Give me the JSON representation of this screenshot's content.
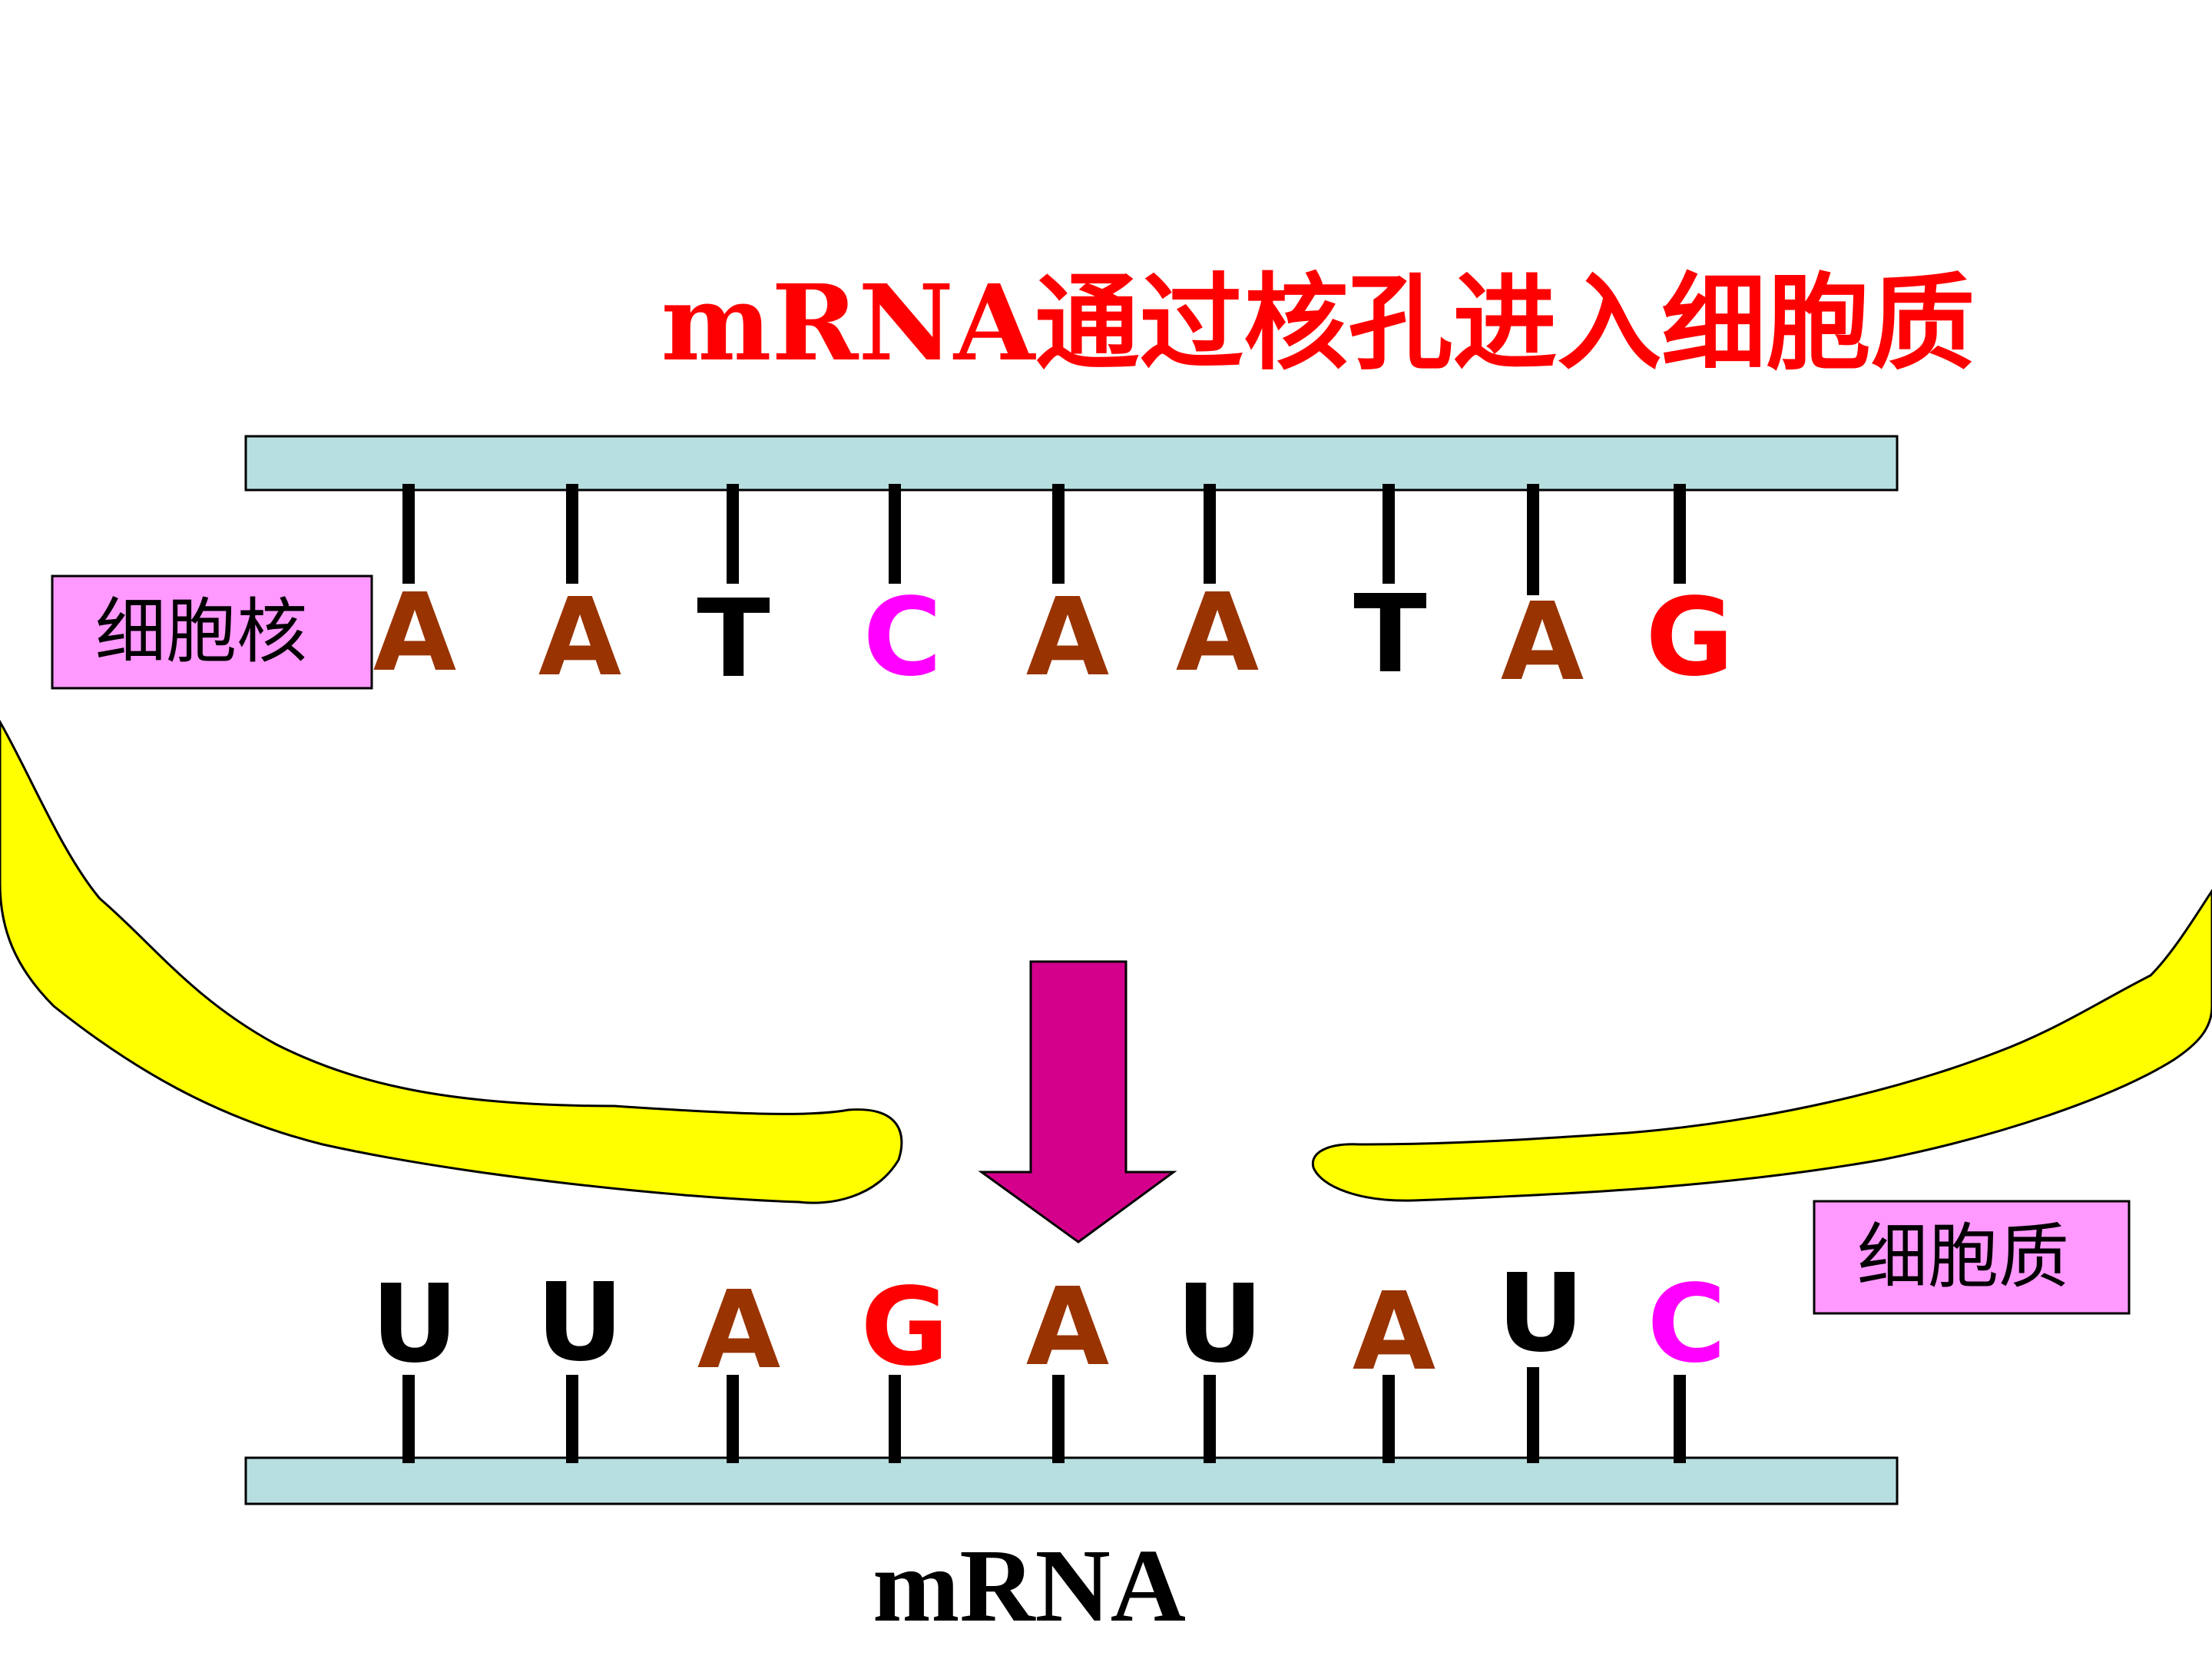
{
  "title": "mRNA通过核孔进入细胞质",
  "labels": {
    "nucleus": "细胞核",
    "cytoplasm": "细胞质",
    "strand": "mRNA"
  },
  "colors": {
    "strand_fill": "#b8dfe0",
    "label_box_fill": "#ff99ff",
    "membrane_fill": "#ffff00",
    "arrow_fill": "#d4008c",
    "title": "#ff0000",
    "base_A": "#993300",
    "base_T": "#000000",
    "base_U": "#000000",
    "base_C": "#ff00ff",
    "base_G": "#ff0000"
  },
  "top_bases": [
    "A",
    "A",
    "T",
    "C",
    "A",
    "A",
    "T",
    "A",
    "G"
  ],
  "bottom_bases": [
    "U",
    "U",
    "A",
    "G",
    "A",
    "U",
    "A",
    "U",
    "C"
  ]
}
